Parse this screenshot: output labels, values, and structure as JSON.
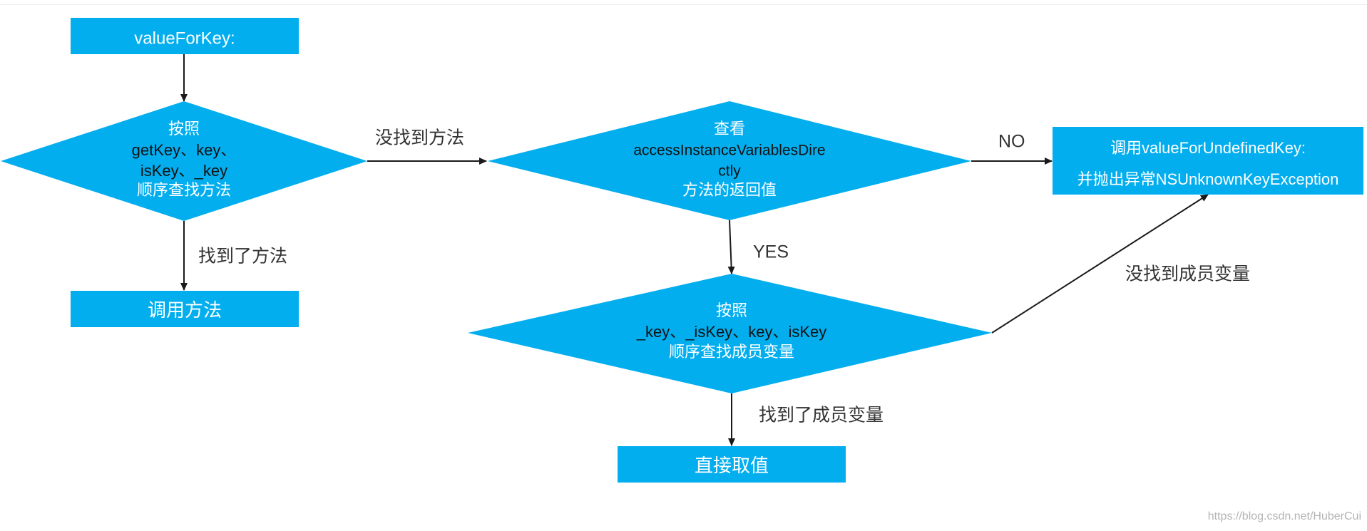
{
  "nodes": {
    "start": {
      "label": "valueForKey:"
    },
    "method_check": {
      "line1": "按照",
      "line2": "getKey、key、",
      "line3": "isKey、_key",
      "line4": "顺序查找方法"
    },
    "call_method": {
      "label": "调用方法"
    },
    "access_check": {
      "line1": "查看",
      "line2": "accessInstanceVariablesDire",
      "line3": "ctly",
      "line4": "方法的返回值"
    },
    "undefined_key": {
      "line1": "调用valueForUndefinedKey:",
      "line2": "并抛出异常NSUnknownKeyException"
    },
    "ivar_check": {
      "line1": "按照",
      "line2": "_key、_isKey、key、isKey",
      "line3": "顺序查找成员变量"
    },
    "get_value": {
      "label": "直接取值"
    }
  },
  "edges": {
    "found_method": "找到了方法",
    "no_method": "没找到方法",
    "no": "NO",
    "yes": "YES",
    "no_ivar": "没找到成员变量",
    "found_ivar": "找到了成员变量"
  },
  "watermark": "https://blog.csdn.net/HuberCui",
  "colors": {
    "node_fill": "#03aeef",
    "arrow": "#1a1a1a",
    "edge_label": "#333333"
  }
}
